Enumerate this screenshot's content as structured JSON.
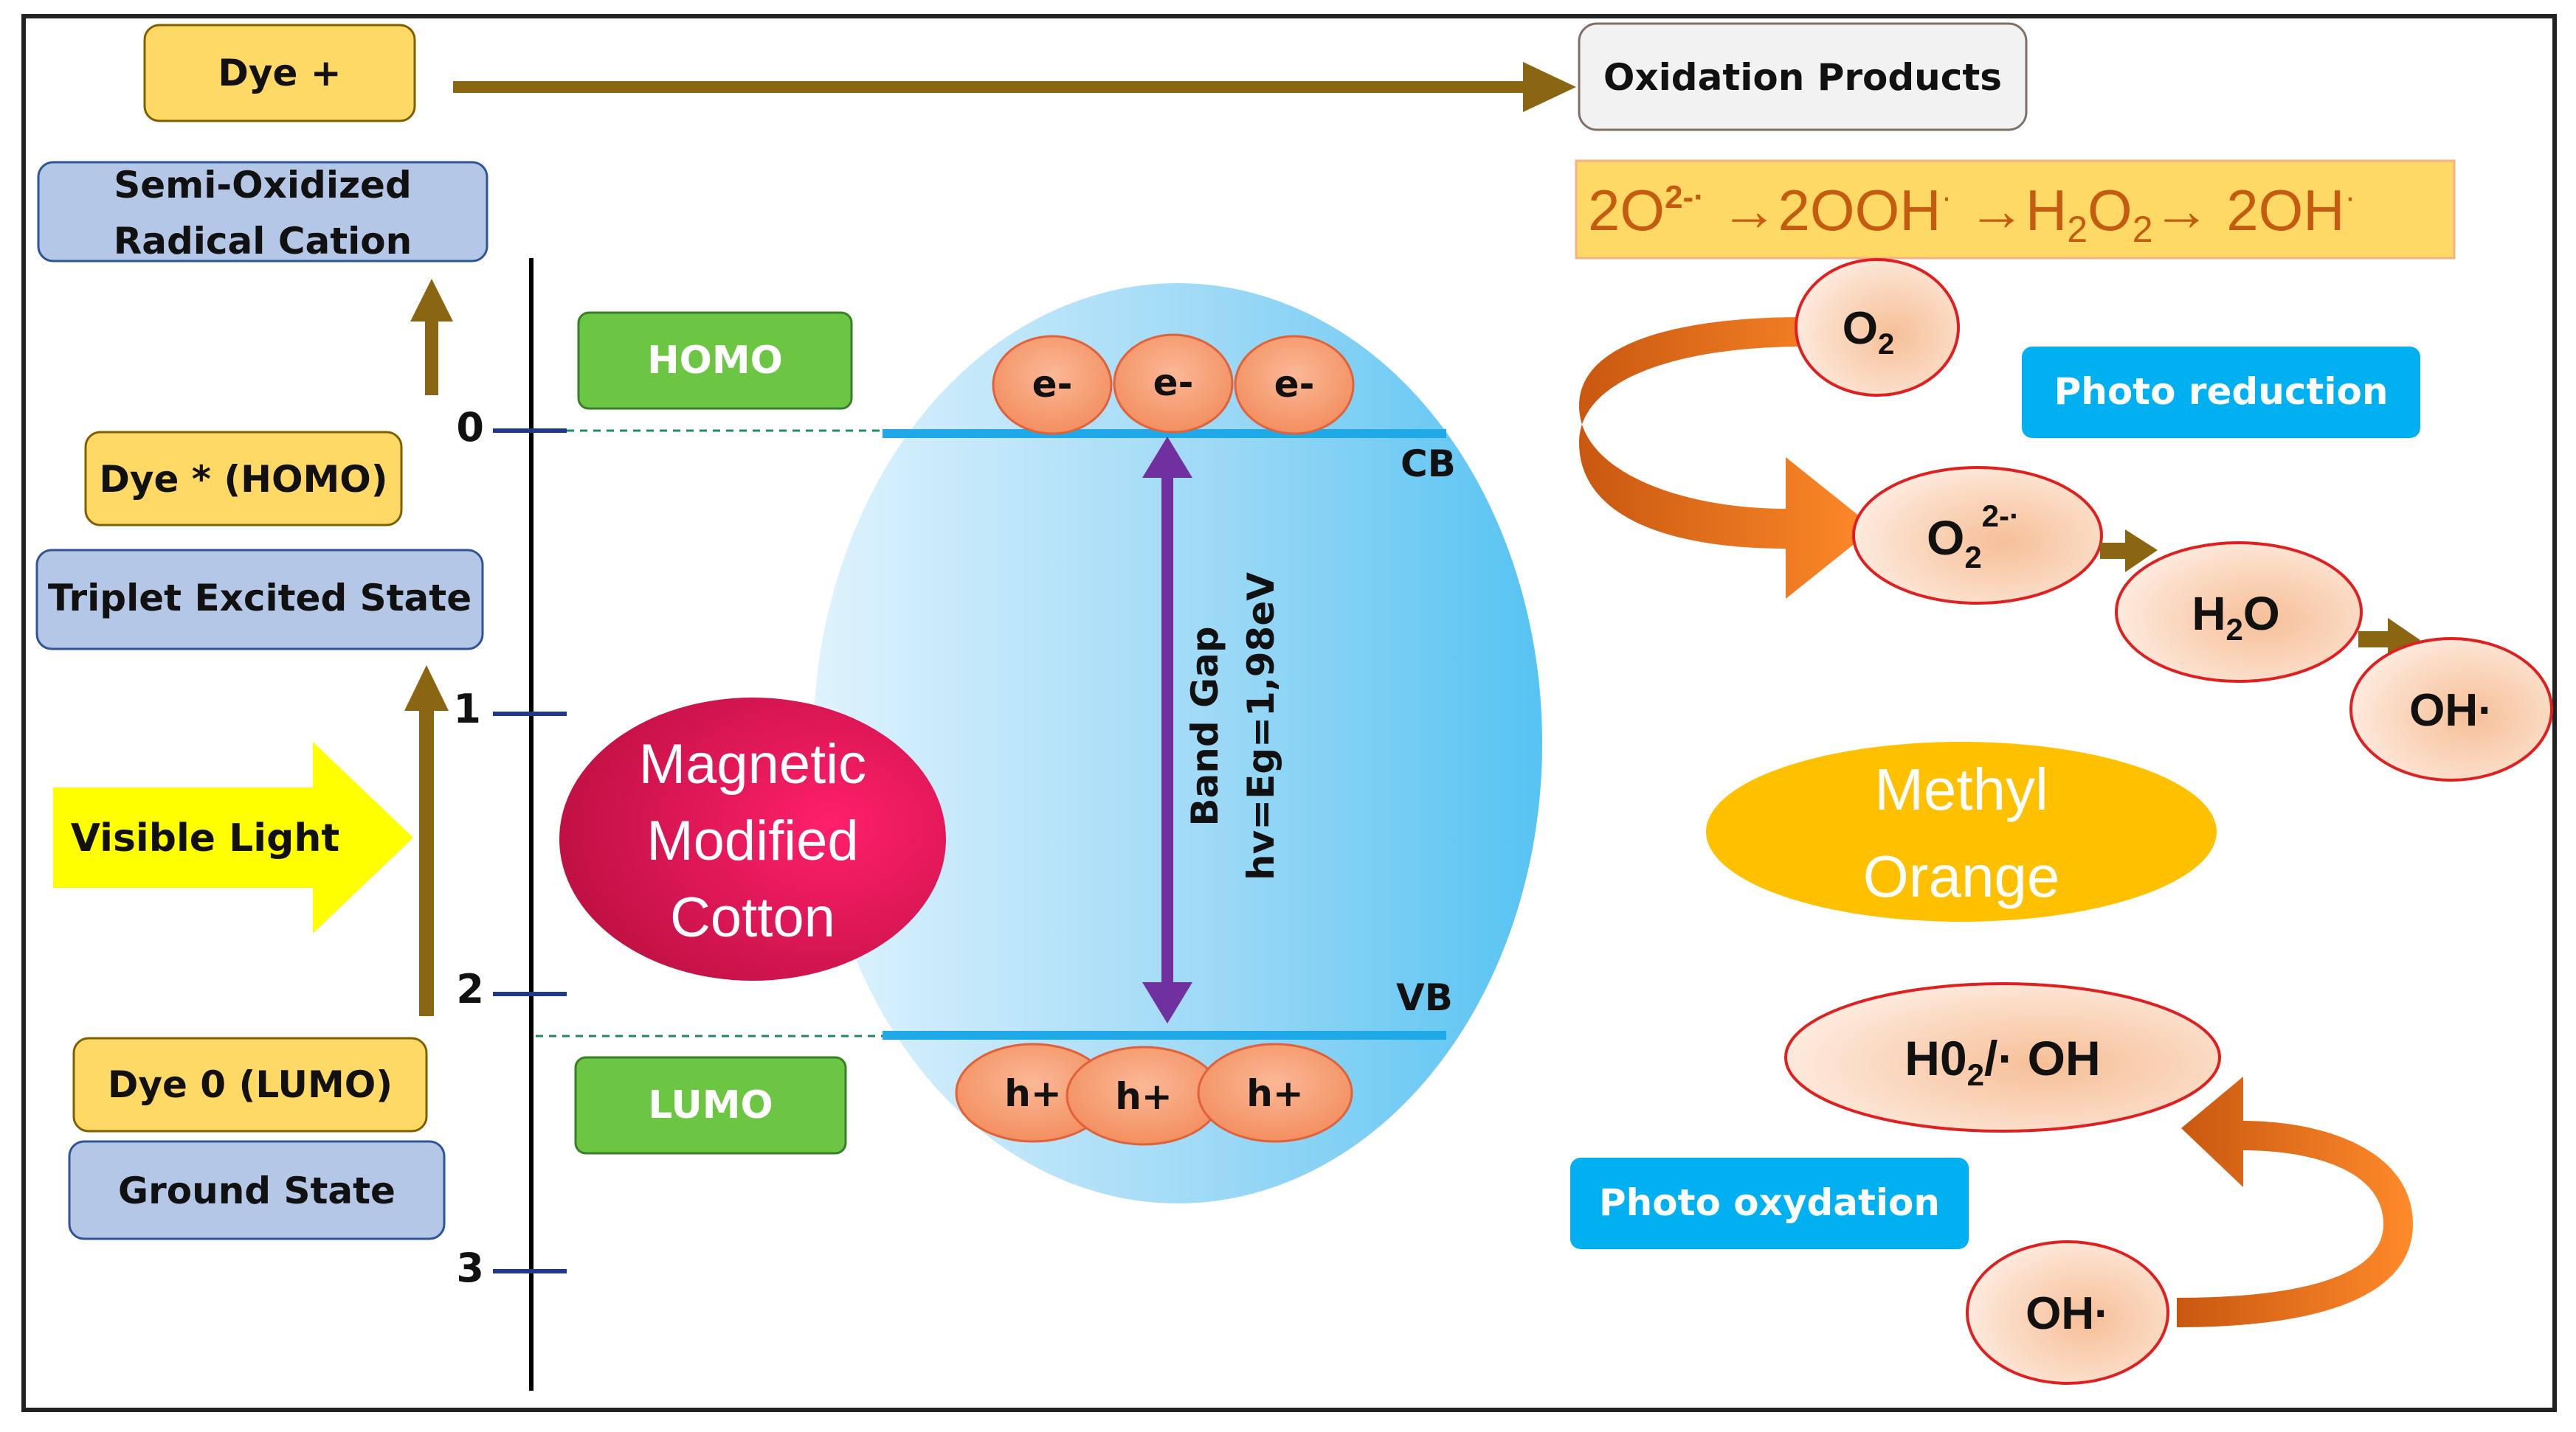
{
  "energy_states": {
    "dye_plus": "Dye +",
    "semi_oxidized_line1": "Semi-Oxidized",
    "semi_oxidized_line2": "Radical Cation",
    "dye_star": "Dye * (HOMO)",
    "triplet": "Triplet Excited State",
    "visible_light": "Visible Light",
    "dye_zero": "Dye 0 (LUMO)",
    "ground_state": "Ground State"
  },
  "axis_ticks": [
    "0",
    "1",
    "2",
    "3"
  ],
  "band": {
    "homo": "HOMO",
    "lumo": "LUMO",
    "cb": "CB",
    "vb": "VB",
    "electron": "e-",
    "hole": "h+",
    "band_gap_line1": "Band Gap",
    "band_gap_line2": "hv=Eg=1,98eV"
  },
  "catalyst": {
    "line1": "Magnetic",
    "line2": "Modified",
    "line3": "Cotton"
  },
  "products": {
    "oxidation_products": "Oxidation Products",
    "reaction_chain": {
      "t1": "2O",
      "s1": "2-·",
      "t2": " →2OOH",
      "s2": "·",
      "t3": " →H",
      "sub1": "2",
      "t4": "O",
      "sub2": "2",
      "t5": "→ 2OH",
      "s3": "·"
    }
  },
  "reduction": {
    "label": "Photo reduction",
    "o2": "O",
    "o2_sub": "2",
    "o2r": "O",
    "o2r_sub": "2",
    "o2r_sup": "2-·",
    "h2o_h": "H",
    "h2o_sub": "2",
    "h2o_o": "O",
    "oh": "OH·"
  },
  "pollutant": {
    "line1": "Methyl",
    "line2": "Orange"
  },
  "oxidation": {
    "label": "Photo oxydation",
    "ho2_a": "H0",
    "ho2_sub": "2",
    "ho2_b": "/· OH",
    "oh": "OH·"
  },
  "colors": {
    "yellow_box": "#ffd966",
    "blue_box": "#b4c7e7",
    "green_box": "#6cc644",
    "cyan_label": "#00b0f0",
    "arrow_brown": "#8a6512",
    "band_gap_arrow": "#7030a0",
    "catalyst": "#e0154f",
    "pollutant": "#ffc000",
    "swirl_orange": "#f27a22"
  }
}
